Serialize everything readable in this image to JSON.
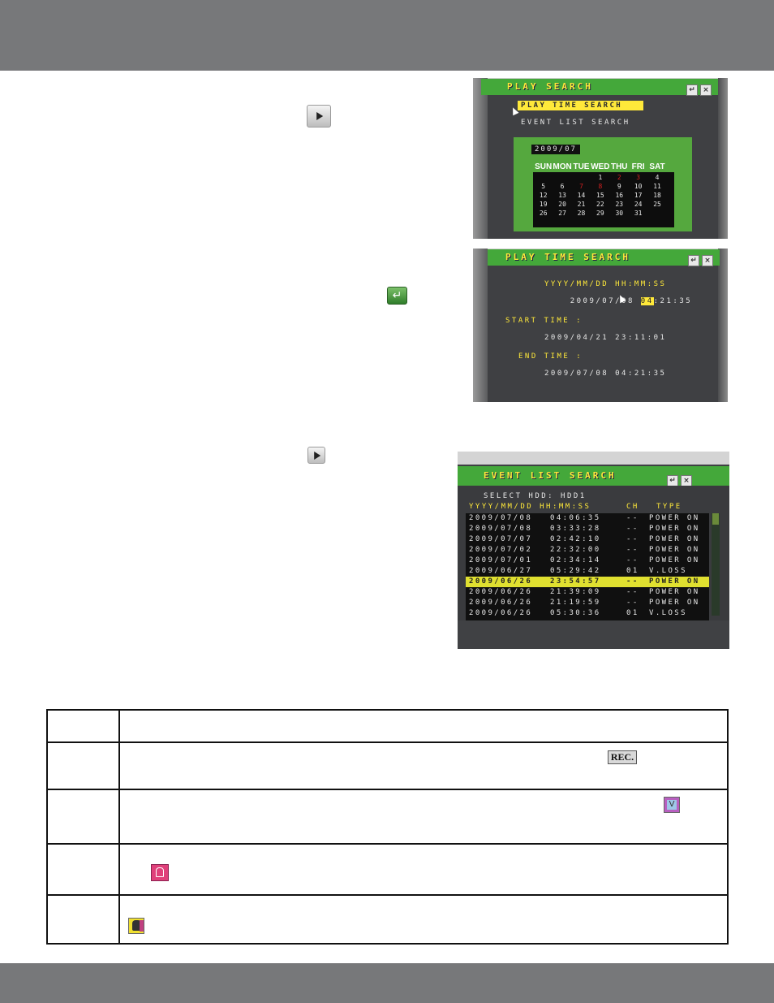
{
  "icons": {
    "play": "play-icon",
    "enter": "enter-icon",
    "rec_label": "REC.",
    "v_label": "V"
  },
  "play_search": {
    "title": "PLAY SEARCH",
    "menu": [
      "PLAY TIME SEARCH",
      "EVENT LIST SEARCH"
    ],
    "month": "2009/07",
    "weekdays": [
      "SUN",
      "MON",
      "TUE",
      "WED",
      "THU",
      "FRI",
      "SAT"
    ],
    "weeks": [
      [
        "",
        "",
        "",
        "1",
        "2",
        "3",
        "4"
      ],
      [
        "5",
        "6",
        "7",
        "8",
        "9",
        "10",
        "11"
      ],
      [
        "12",
        "13",
        "14",
        "15",
        "16",
        "17",
        "18"
      ],
      [
        "19",
        "20",
        "21",
        "22",
        "23",
        "24",
        "25"
      ],
      [
        "26",
        "27",
        "28",
        "29",
        "30",
        "31",
        ""
      ]
    ],
    "highlight_days": [
      "2",
      "3",
      "7",
      "8"
    ],
    "highlight_color": "#d02020"
  },
  "play_time_search": {
    "title": "PLAY TIME SEARCH",
    "format_label": "YYYY/MM/DD HH:MM:SS",
    "value_date": "2009/07/08",
    "value_hour": "04",
    "value_rest": ":21:35",
    "start_label": "START TIME :",
    "start_value": "2009/04/21 23:11:01",
    "end_label": "END TIME :",
    "end_value": "2009/07/08 04:21:35"
  },
  "event_list_search": {
    "title": "EVENT LIST SEARCH",
    "hdd_label": "SELECT HDD: HDD1",
    "columns": [
      "YYYY/MM/DD HH:MM:SS",
      "CH",
      "TYPE"
    ],
    "rows": [
      {
        "date": "2009/07/08",
        "time": "04:06:35",
        "ch": "--",
        "type": "POWER ON"
      },
      {
        "date": "2009/07/08",
        "time": "03:33:28",
        "ch": "--",
        "type": "POWER ON"
      },
      {
        "date": "2009/07/07",
        "time": "02:42:10",
        "ch": "--",
        "type": "POWER ON"
      },
      {
        "date": "2009/07/02",
        "time": "22:32:00",
        "ch": "--",
        "type": "POWER ON"
      },
      {
        "date": "2009/07/01",
        "time": "02:34:14",
        "ch": "--",
        "type": "POWER ON"
      },
      {
        "date": "2009/06/27",
        "time": "05:29:42",
        "ch": "01",
        "type": "V.LOSS"
      },
      {
        "date": "2009/06/26",
        "time": "23:54:57",
        "ch": "--",
        "type": "POWER ON"
      },
      {
        "date": "2009/06/26",
        "time": "21:39:09",
        "ch": "--",
        "type": "POWER ON"
      },
      {
        "date": "2009/06/26",
        "time": "21:19:59",
        "ch": "--",
        "type": "POWER ON"
      },
      {
        "date": "2009/06/26",
        "time": "05:30:36",
        "ch": "01",
        "type": "V.LOSS"
      }
    ],
    "selected_row": 6
  },
  "colors": {
    "bar_gray": "#77787a",
    "header_green": "#44a83a",
    "header_text": "#ffe93a",
    "selection": "#e0e030"
  }
}
